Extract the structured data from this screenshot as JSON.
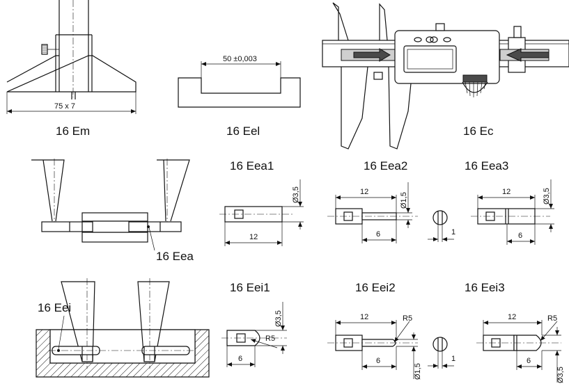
{
  "captions": {
    "em": "16 Em",
    "eel": "16 Eel",
    "ec": "16 Ec",
    "eea": "16 Eea",
    "eea1": "16 Eea1",
    "eea2": "16 Eea2",
    "eea3": "16 Eea3",
    "eei": "16 Eei",
    "eei1": "16 Eei1",
    "eei2": "16 Eei2",
    "eei3": "16 Eei3"
  },
  "dims": {
    "em_width": "75 x 7",
    "eel_length": "50 ±0,003",
    "eea1_dia": "Ø3,5",
    "eea1_len": "12",
    "eea2_len": "12",
    "eea2_dia": "Ø1,5",
    "eea2_step": "6",
    "eea2_flat": "1",
    "eea3_len": "12",
    "eea3_dia": "Ø3,5",
    "eea3_step": "6",
    "eei1_dia": "Ø3,5",
    "eei1_radius": "R5",
    "eei1_len": "6",
    "eei2_len": "12",
    "eei2_radius": "R5",
    "eei2_step": "6",
    "eei2_dia": "Ø1,5",
    "eei2_flat": "1",
    "eei3_len": "12",
    "eei3_radius": "R5",
    "eei3_step": "6",
    "eei3_dia": "Ø3,5"
  }
}
